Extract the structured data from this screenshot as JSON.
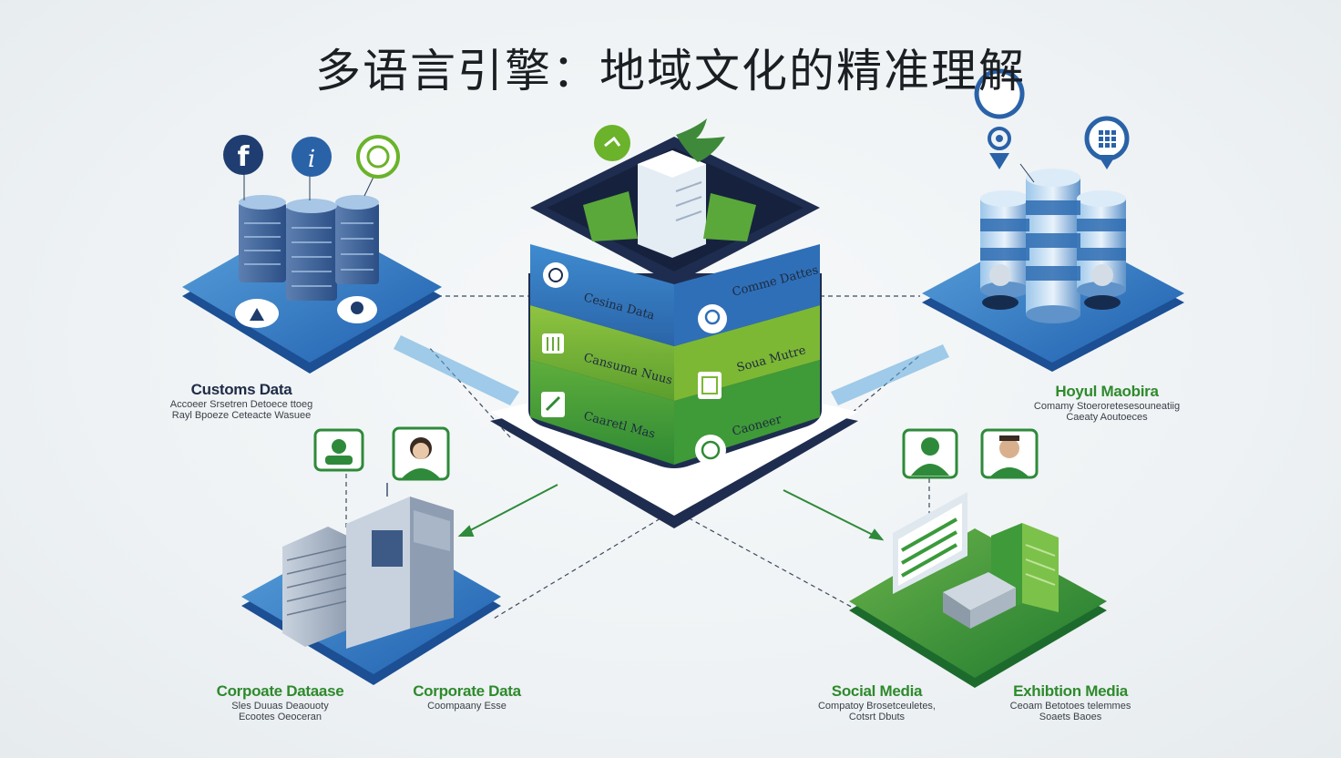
{
  "title": "多语言引擎：地域文化的精准理解",
  "hub": {
    "layer_top_left": "Cesina Data",
    "layer_top_right": "Comme Dattes",
    "layer_mid_left": "Cansuma Nuus",
    "layer_mid_right": "Soua Mutre",
    "layer_bottom_left": "Caaretl Mas",
    "layer_bottom_right": "Caoneer"
  },
  "nodes": {
    "customs": {
      "heading": "Customs Data",
      "line1": "Accoeer Srsetren Detoece ttoeg",
      "line2": "Rayl Bpoeze Ceteacte Wasuee"
    },
    "hoyul": {
      "heading": "Hoyul Maobira",
      "line1": "Comamy Stoeroretesesouneatiig",
      "line2": "Caeaty Aoutoeces"
    },
    "corporate_database": {
      "heading": "Corpoate Dataase",
      "line1": "Sles Duuas Deaouoty",
      "line2": "Ecootes Oeoceran"
    },
    "corporate_data": {
      "heading": "Corporate Data",
      "line1": "Coompaany Esse"
    },
    "social_media": {
      "heading": "Social Media",
      "line1": "Compatoy Brosetceuletes,",
      "line2": "Cotsrt Dbuts"
    },
    "exhibition_media": {
      "heading": "Exhibtion Media",
      "line1": "Ceoam Betotoes telemmes",
      "line2": "Soaets Baoes"
    }
  },
  "colors": {
    "navy": "#1e2d4f",
    "blue": "#2f6fb8",
    "light_blue": "#4d92d0",
    "green": "#4b9a34",
    "lime": "#7ab83a",
    "dark_green": "#2e8a2c"
  }
}
